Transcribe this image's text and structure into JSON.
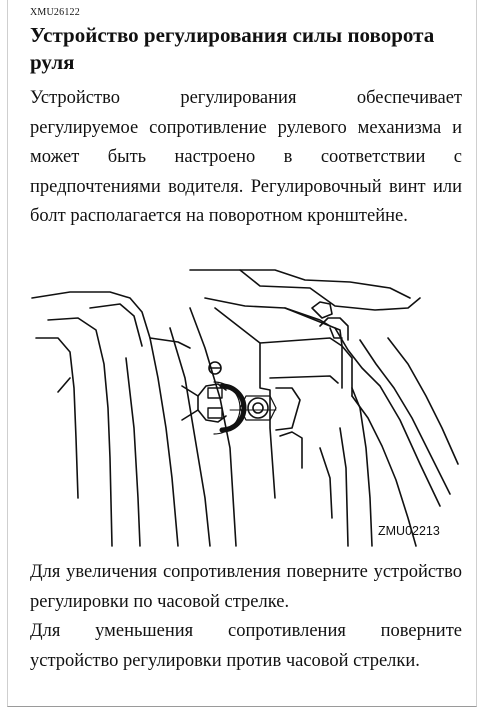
{
  "doc_id": "XMU26122",
  "title": "Устройство регулирования силы поворота руля",
  "paragraph1": "Устройство регулирования обеспечивает регулируемое сопротивление рулевого механизма и может быть настроено в соответствии с предпочтениями водителя. Регулировочный винт или болт располагается на поворотном кронштейне.",
  "figure": {
    "code": "ZMU02213"
  },
  "paragraph2": "Для увеличения сопротивления поверните устройство регулировки по часовой стрелке.",
  "paragraph3": "Для уменьшения сопротивления поверните устройство регулировки против часовой стрелки."
}
